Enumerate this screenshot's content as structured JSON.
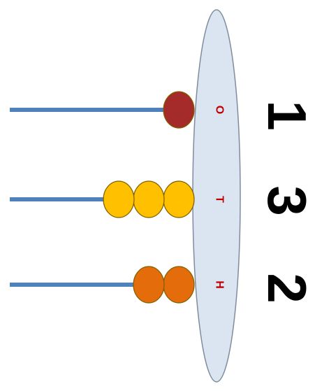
{
  "abacus": {
    "rods": [
      {
        "place_label": "O",
        "beads": 1,
        "digit": "1",
        "bead_color": "#a52a2a"
      },
      {
        "place_label": "T",
        "beads": 3,
        "digit": "3",
        "bead_color": "#ffc000"
      },
      {
        "place_label": "H",
        "beads": 2,
        "digit": "2",
        "bead_color": "#e46c0a"
      }
    ],
    "colors": {
      "rod": "#4f81bd",
      "base_fill": "#dbe5f1",
      "base_stroke": "#7f8c9d",
      "label_text": "#c00000",
      "digit_text": "#000000",
      "bead_stroke": "#7f6000"
    }
  }
}
